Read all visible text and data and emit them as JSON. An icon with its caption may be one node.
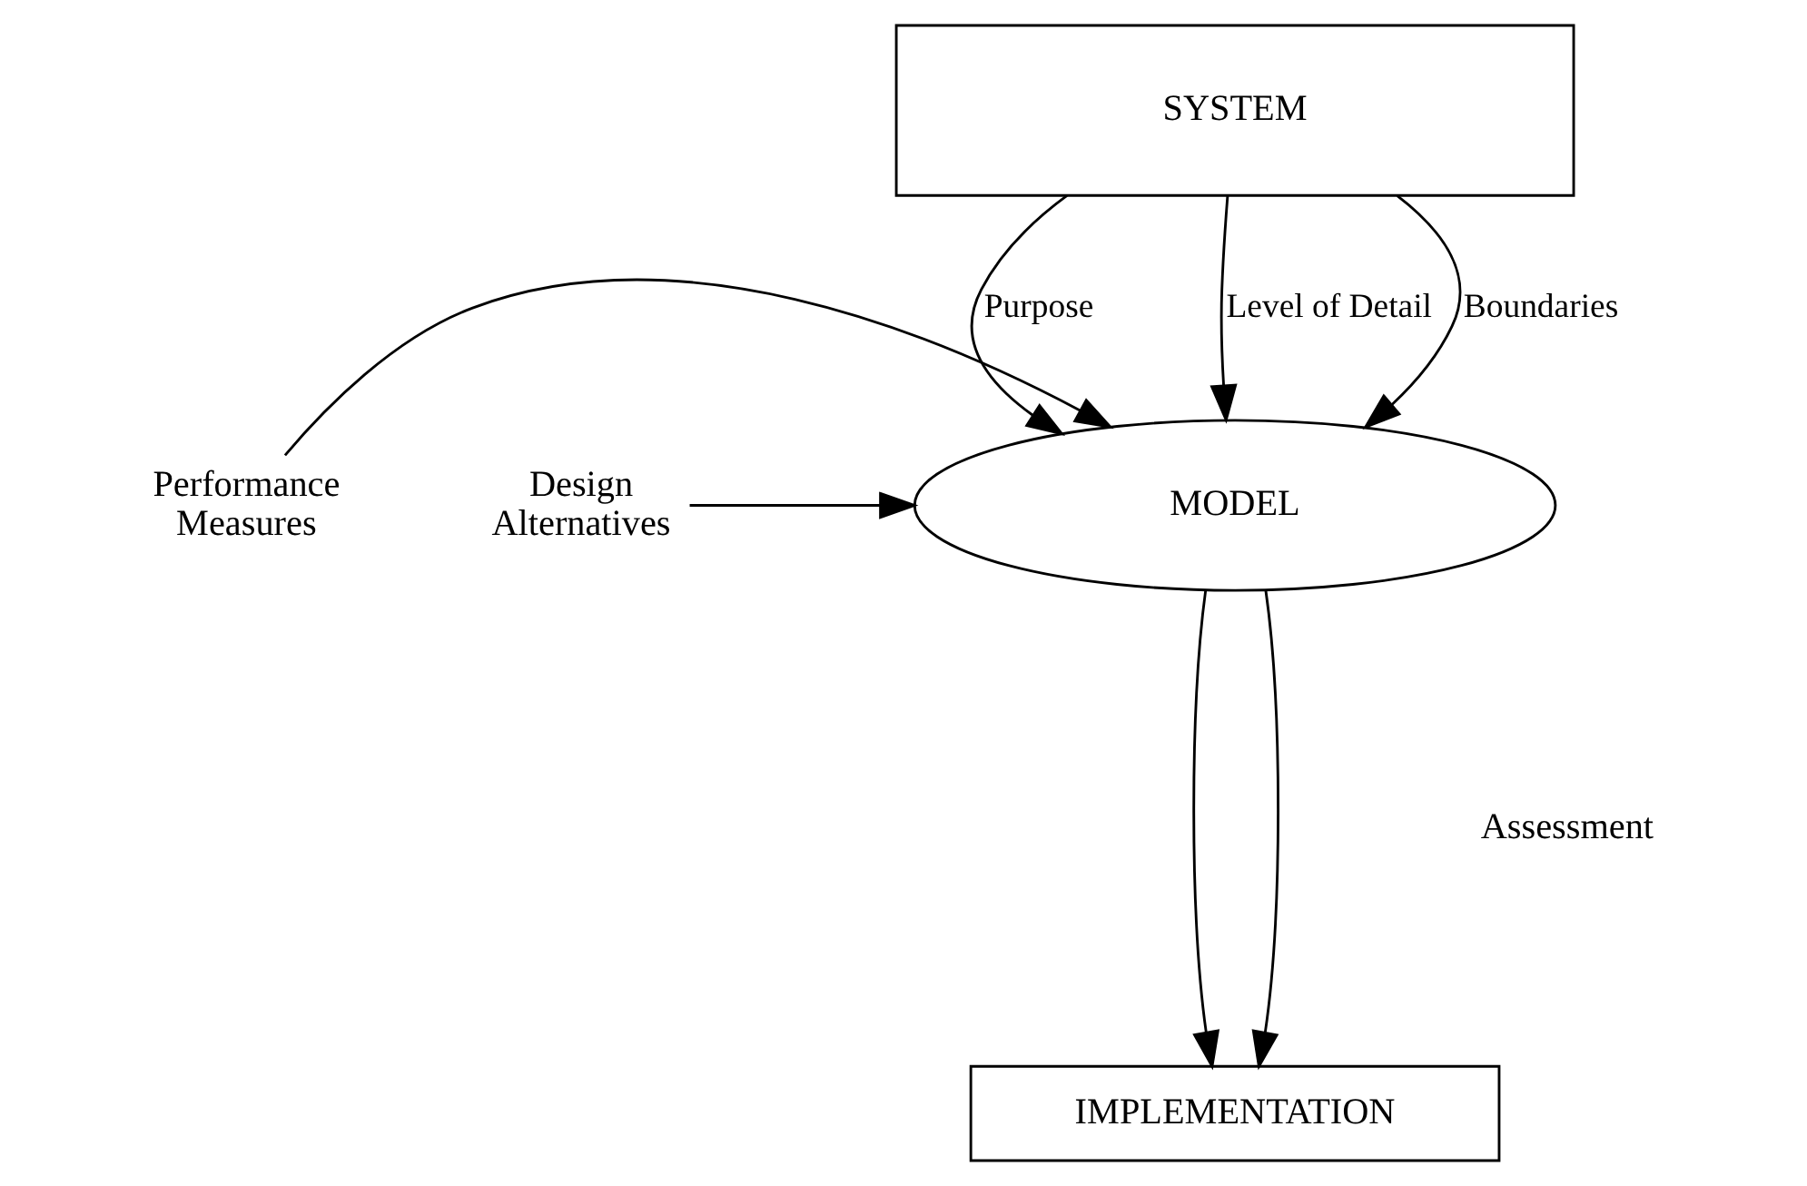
{
  "diagram": {
    "nodes": [
      {
        "text": [
          "SYSTEM"
        ]
      },
      {
        "text": [
          "MODEL"
        ]
      },
      {
        "text": [
          "IMPLEMENTATION"
        ]
      },
      {
        "text": [
          "Performance Measures"
        ]
      },
      {
        "text": [
          "Design Alternatives"
        ]
      }
    ],
    "edges": [
      {
        "from": 0,
        "to": 1,
        "arrow": "to",
        "label": "Purpose"
      },
      {
        "from": 0,
        "to": 1,
        "arrow": "to",
        "label": "Level of Detail"
      },
      {
        "from": 0,
        "to": 1,
        "arrow": "to",
        "label": "Boundaries"
      },
      {
        "from": 3,
        "to": 1,
        "arrow": "to"
      },
      {
        "from": 4,
        "to": 1,
        "arrow": "to"
      },
      {
        "from": 1,
        "to": 2,
        "arrow": "to"
      },
      {
        "from": 1,
        "to": 2,
        "arrow": "to"
      }
    ],
    "labels": [
      "Assessment"
    ]
  }
}
